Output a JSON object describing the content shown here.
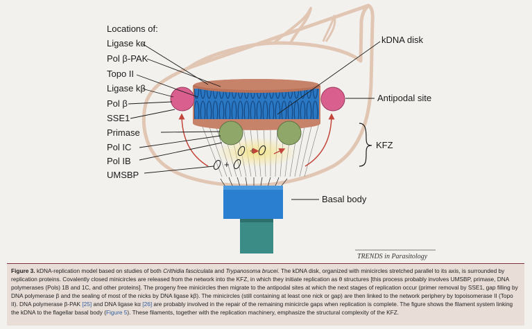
{
  "labels": {
    "header": "Locations of:",
    "left": [
      "Ligase kα",
      "Pol β-PAK",
      "Topo II",
      "Ligase kβ",
      "Pol β",
      "SSE1",
      "Primase",
      "Pol IC",
      "Pol IB",
      "UMSBP"
    ],
    "kdna_disk": "kDNA disk",
    "antipodal_site": "Antipodal site",
    "kfz": "KFZ",
    "basal_body": "Basal body",
    "theta_sign": "+",
    "source": "TRENDS in Parasitology"
  },
  "caption": {
    "figure_label": "Figure 3.",
    "t1": " kDNA-replication model based on studies of both ",
    "species1": "Crithidia fasciculata",
    "t2": " and ",
    "species2": "Trypanosoma brucei",
    "t3": ". The kDNA disk, organized with minicircles stretched parallel to its axis, is surrounded by replication proteins. Covalently closed minicircles are released from the network into the KFZ, in which they initiate replication as θ structures [this process probably involves UMSBP, primase, DNA polymerases (Pols) 1B and 1C, and other proteins]. The progeny free minicircles then migrate to the antipodal sites at which the next stages of replication occur (primer removal by SSE1, gap filling by DNA polymerase β and the sealing of most of the nicks by DNA ligase kβ). The minicircles (still containing at least one nick or gap) are then linked to the network periphery by topoisomerase II (Topo II). DNA polymerase β-PAK ",
    "ref1": "[25]",
    "t4": " and DNA ligase kα ",
    "ref2": "[26]",
    "t5": " are probably involved in the repair of the remaining minicircle gaps when replication is complete. The figure shows the filament system linking the kDNA to the flagellar basal body (",
    "ref3": "Figure 5",
    "t6": "). These filaments, together with the replication machinery, emphasize the structural complexity of the KFZ."
  },
  "colors": {
    "disk_blue": "#2a78c4",
    "disk_brown": "#c7826a",
    "antipodal_pink": "#d9608e",
    "primase_green": "#8fa86a",
    "basal_blue": "#2a7fd0",
    "basal_teal": "#3b8c86",
    "arrow_red": "#c2453a",
    "membrane": "#e2c6b4"
  }
}
